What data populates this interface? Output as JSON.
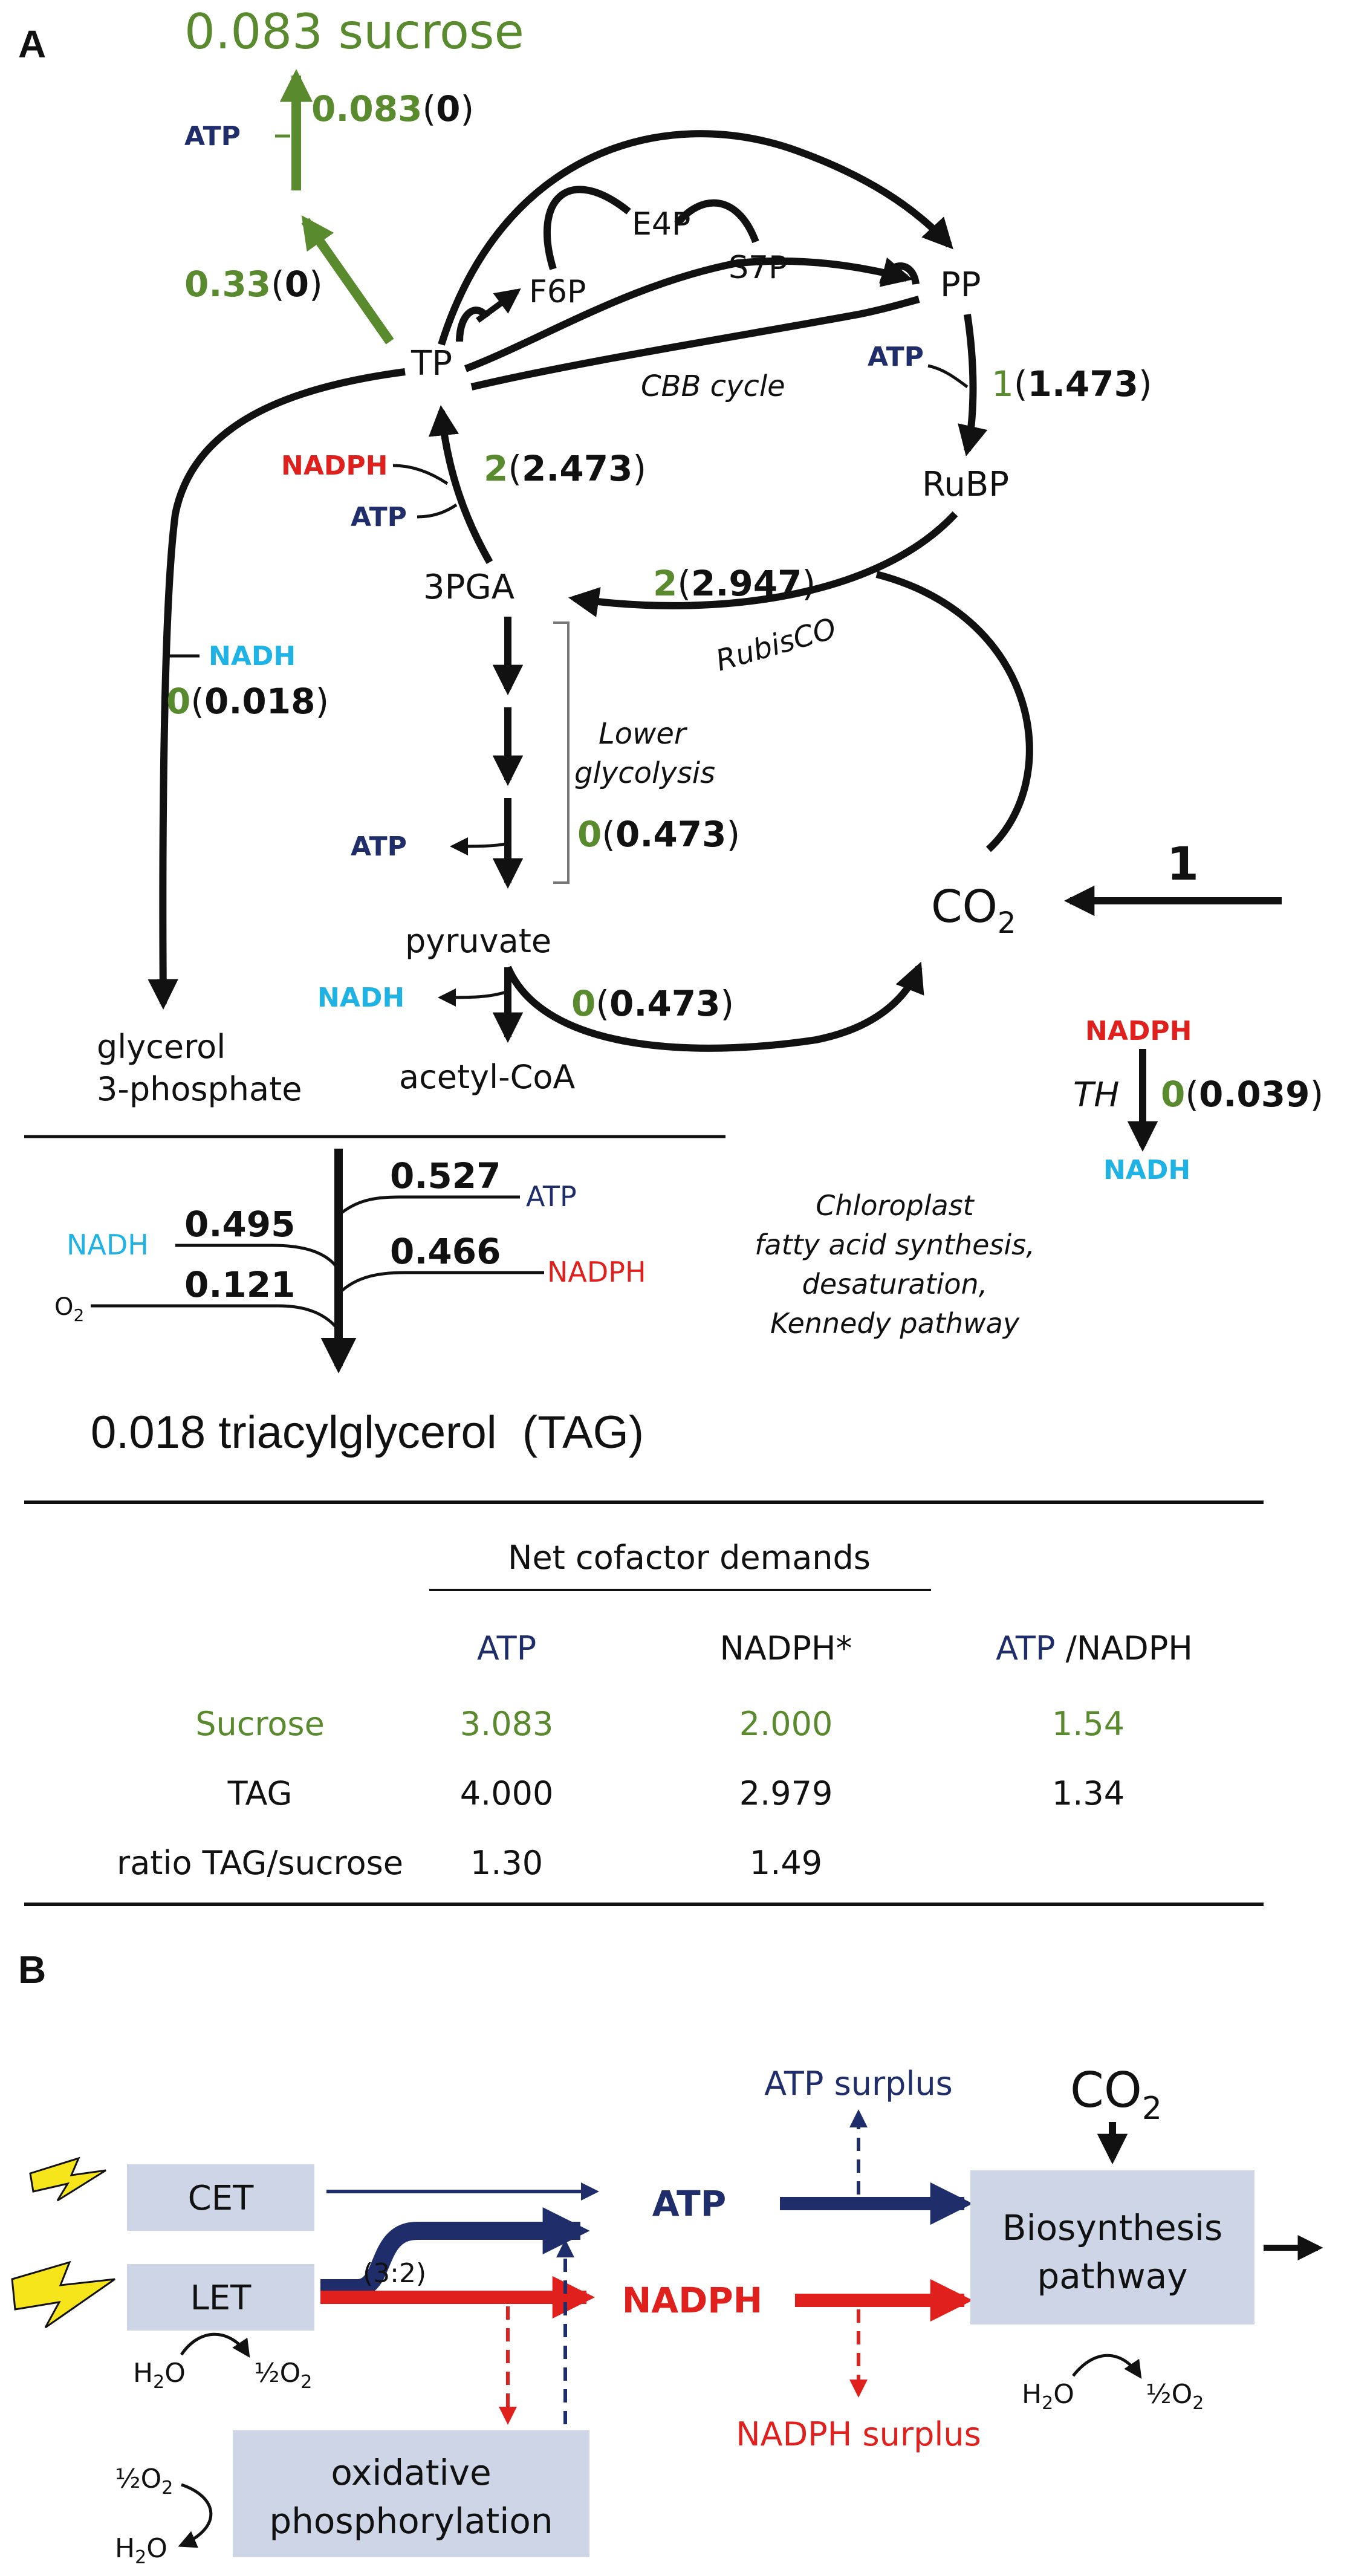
{
  "panels": {
    "a": "A",
    "b": "B"
  },
  "colors": {
    "green": "#5a8a2e",
    "navy": "#1f2d6b",
    "red": "#e0201c",
    "cyan": "#1fb2e4",
    "black": "#111111",
    "box": "#cdd5e6"
  },
  "panel_a": {
    "sucrose_title": "0.083 sucrose",
    "sucrose_flux": {
      "main": "0.083",
      "paren": "0"
    },
    "tp_flux": {
      "main": "0.33",
      "paren": "0"
    },
    "pp_flux": {
      "main": "1",
      "paren": "1.473"
    },
    "tp_in_flux": {
      "main": "2",
      "paren": "2.473"
    },
    "rubisco_flux": {
      "main": "2",
      "paren": "2.947"
    },
    "glycerol_flux": {
      "main": "0",
      "paren": "0.018"
    },
    "lower_glyc_flux": {
      "main": "0",
      "paren": "0.473"
    },
    "pyr_co2_flux": {
      "main": "0",
      "paren": "0.473"
    },
    "th_flux": {
      "main": "0",
      "paren": "0.039"
    },
    "co2_input": "1",
    "metabolites": {
      "tp": "TP",
      "f6p": "F6P",
      "e4p": "E4P",
      "s7p": "S7P",
      "pp": "PP",
      "rubp": "RuBP",
      "pga": "3PGA",
      "pyruvate": "pyruvate",
      "acetyl_coa": "acetyl-CoA",
      "glycerol_1": "glycerol",
      "glycerol_2": "3-phosphate",
      "co2_main": "CO",
      "co2_sub": "2"
    },
    "labels": {
      "cbb": "CBB cycle",
      "rubisco": "RubisCO",
      "lower_glyc_1": "Lower",
      "lower_glyc_2": "glycolysis",
      "th": "TH"
    },
    "cofactors": {
      "atp_sucrose": "ATP",
      "atp_pp": "ATP",
      "nadph_tp": "NADPH",
      "atp_tp": "ATP",
      "nadh_glycerol": "NADH",
      "atp_glyc": "ATP",
      "nadh_pyr": "NADH",
      "nadph_th": "NADPH",
      "nadh_th": "NADH"
    },
    "tag_inputs": {
      "nadh": {
        "label": "NADH",
        "value": "0.495"
      },
      "o2": {
        "label": "O",
        "sub": "2",
        "value": "0.121"
      },
      "atp": {
        "label": "ATP",
        "value": "0.527"
      },
      "nadph": {
        "label": "NADPH",
        "value": "0.466"
      }
    },
    "chloroplast_note": [
      "Chloroplast",
      "fatty acid synthesis,",
      "desaturation,",
      "Kennedy pathway"
    ],
    "tag_title": "0.018 triacylglycerol  (TAG)",
    "table": {
      "title": "Net cofactor demands",
      "col_atp": "ATP",
      "col_nadph": "NADPH*",
      "col_ratio_atp": "ATP",
      "col_ratio_rest": " /NADPH",
      "rows": [
        {
          "label": "Sucrose",
          "atp": "3.083",
          "nadph": "2.000",
          "ratio": "1.54"
        },
        {
          "label": "TAG",
          "atp": "4.000",
          "nadph": "2.979",
          "ratio": "1.34"
        },
        {
          "label": "ratio TAG/sucrose",
          "atp": "1.30",
          "nadph": "1.49",
          "ratio": ""
        }
      ]
    }
  },
  "panel_b": {
    "cet": "CET",
    "let": "LET",
    "atp": "ATP",
    "nadph": "NADPH",
    "ratio": "(3:2)",
    "atp_surplus": "ATP surplus",
    "nadph_surplus": "NADPH surplus",
    "co2_main": "CO",
    "co2_sub": "2",
    "biosynthesis_1": "Biosynthesis",
    "biosynthesis_2": "pathway",
    "oxphos_1": "oxidative",
    "oxphos_2": "phosphorylation",
    "water_let": {
      "h": "H",
      "sub": "2",
      "o": "O",
      "half": "½O",
      "half_sub": "2"
    },
    "water_bio": {
      "h": "H",
      "sub": "2",
      "o": "O",
      "half": "½O",
      "half_sub": "2"
    },
    "water_ox": {
      "h": "H",
      "sub": "2",
      "o": "O",
      "half": "½O",
      "half_sub": "2"
    }
  }
}
